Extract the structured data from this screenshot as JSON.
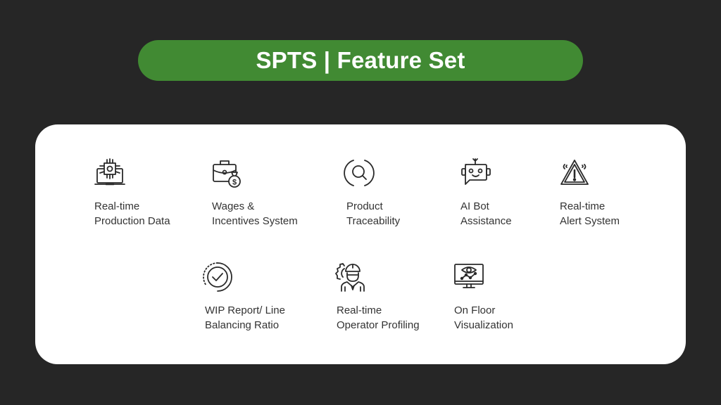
{
  "header": {
    "title": "SPTS | Feature Set",
    "pill_color": "#418a33",
    "background_color": "#262626"
  },
  "features": [
    {
      "icon": "laptop-circuit-icon",
      "line1": "Real-time",
      "line2": "Production Data"
    },
    {
      "icon": "briefcase-money-bag-icon",
      "line1": "Wages &",
      "line2": "Incentives System"
    },
    {
      "icon": "search-circle-icon",
      "line1": "Product",
      "line2": "Traceability"
    },
    {
      "icon": "robot-chat-icon",
      "line1": "AI Bot",
      "line2": "Assistance"
    },
    {
      "icon": "warning-triangle-icon",
      "line1": "Real-time",
      "line2": "Alert System"
    },
    {
      "icon": "check-circle-icon",
      "line1": "WIP Report/ Line",
      "line2": "Balancing Ratio"
    },
    {
      "icon": "worker-gear-icon",
      "line1": "Real-time",
      "line2": "Operator Profiling"
    },
    {
      "icon": "monitor-eye-chart-icon",
      "line1": "On Floor",
      "line2": "Visualization"
    }
  ]
}
